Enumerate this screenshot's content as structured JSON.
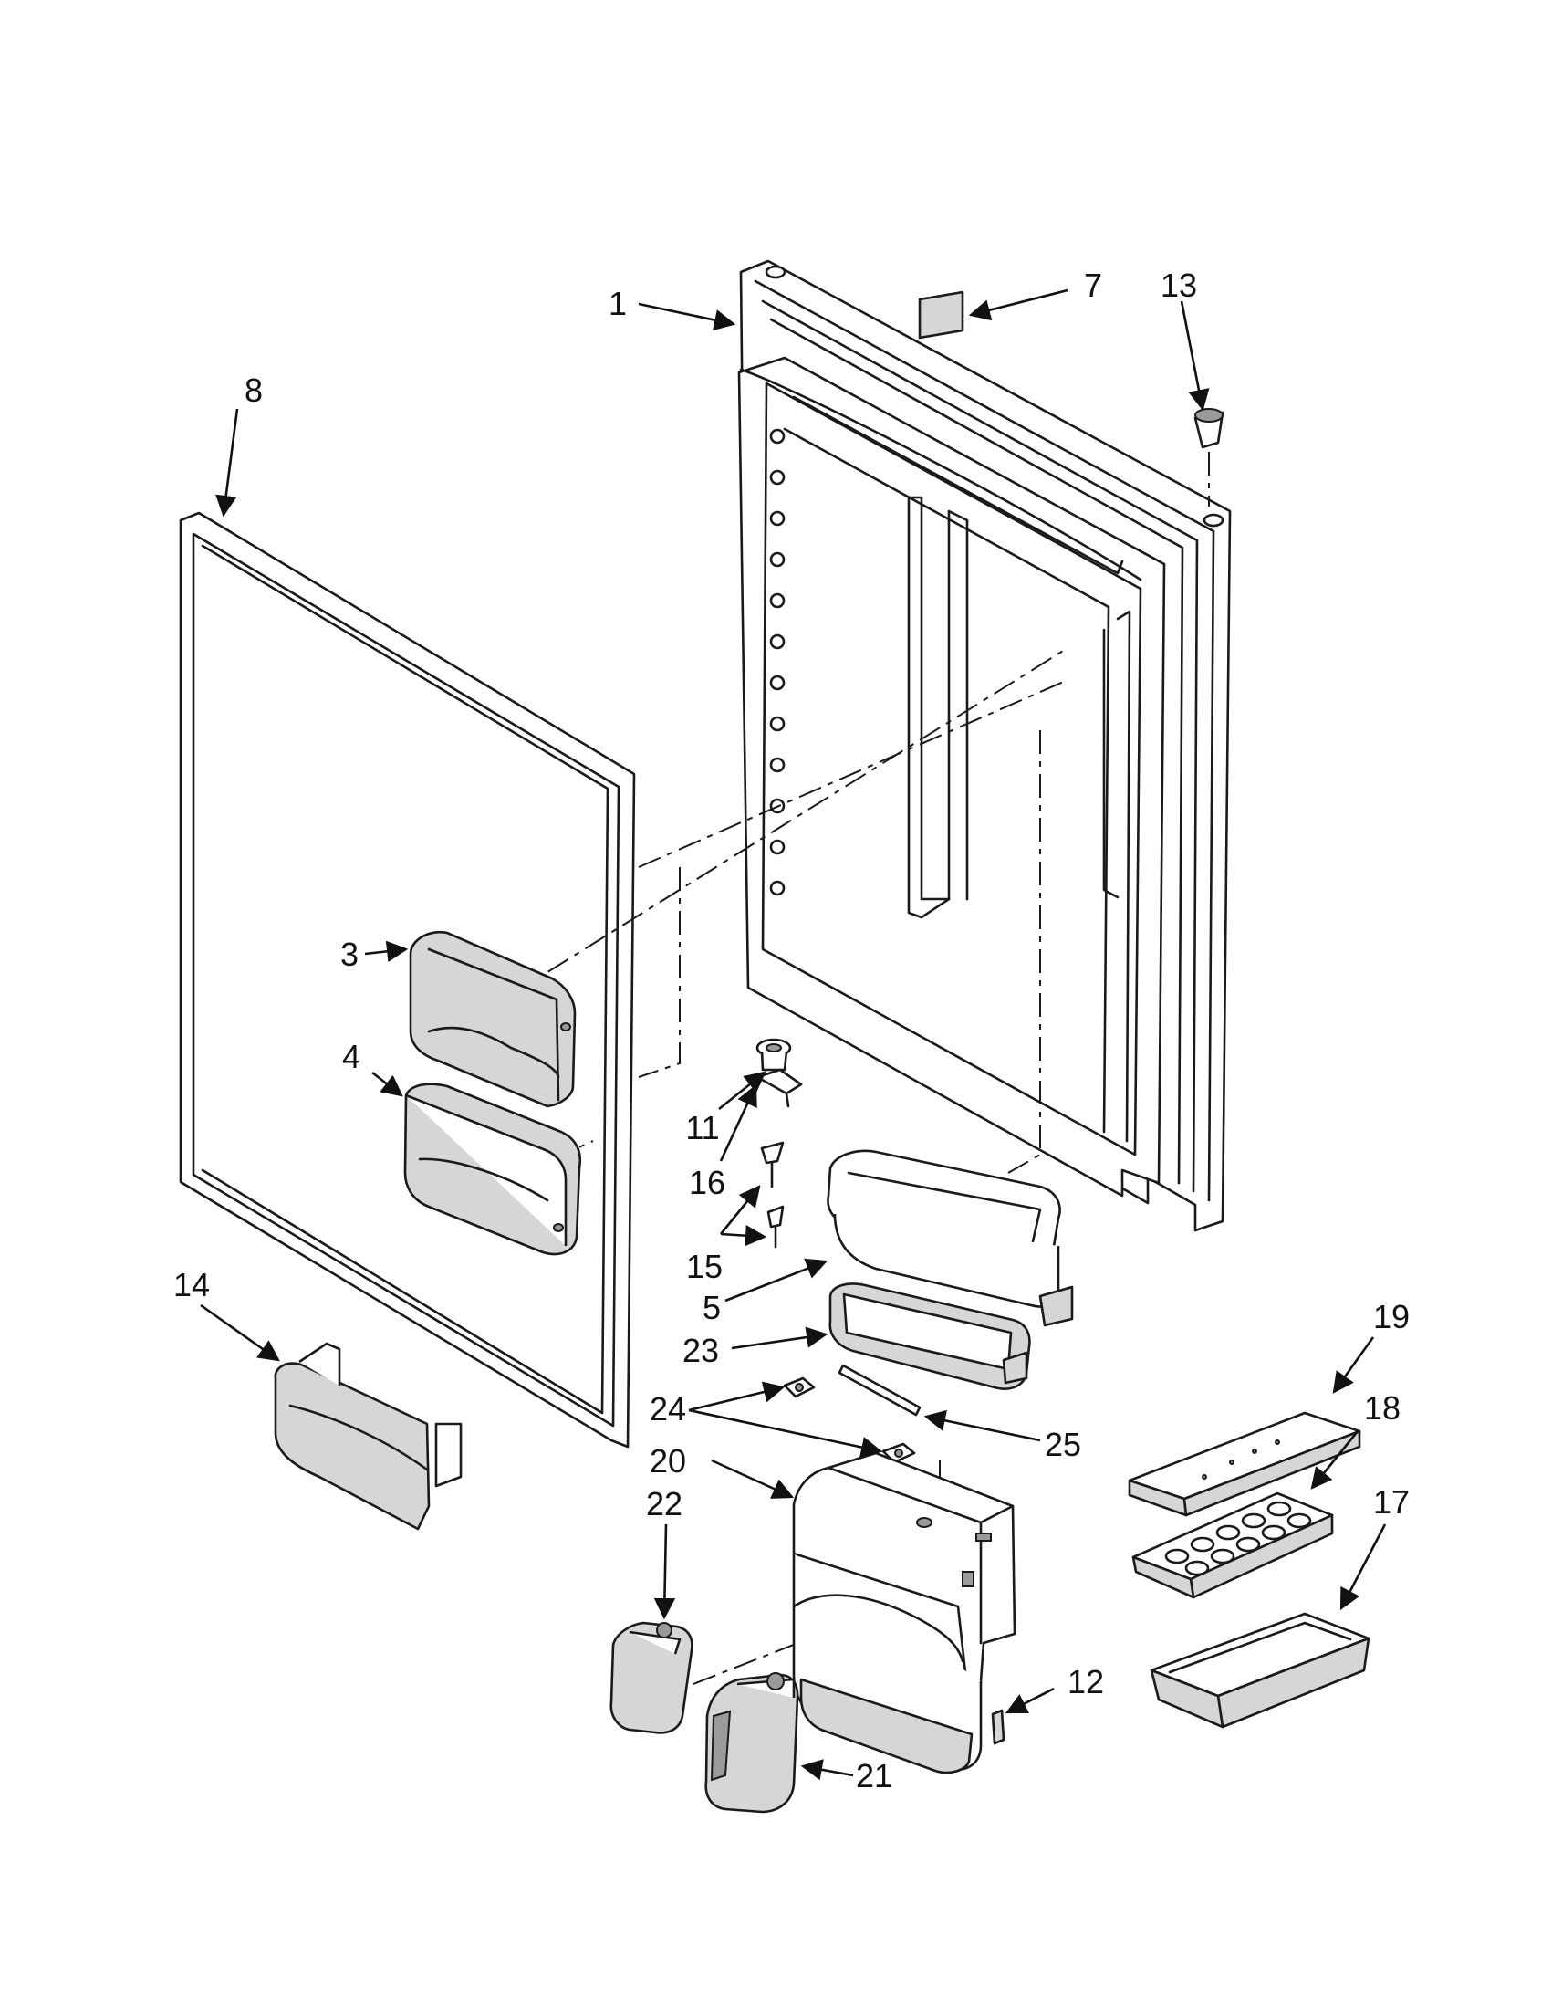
{
  "callouts": {
    "c1": "1",
    "c3": "3",
    "c4": "4",
    "c5": "5",
    "c7": "7",
    "c8": "8",
    "c11": "11",
    "c12": "12",
    "c13": "13",
    "c14": "14",
    "c15": "15",
    "c16": "16",
    "c17": "17",
    "c18": "18",
    "c19": "19",
    "c20": "20",
    "c21": "21",
    "c22": "22",
    "c23": "23",
    "c24": "24",
    "c25": "25"
  },
  "colors": {
    "line": "#1a1a1a",
    "shade": "#d6d6d6",
    "background": "#ffffff"
  }
}
